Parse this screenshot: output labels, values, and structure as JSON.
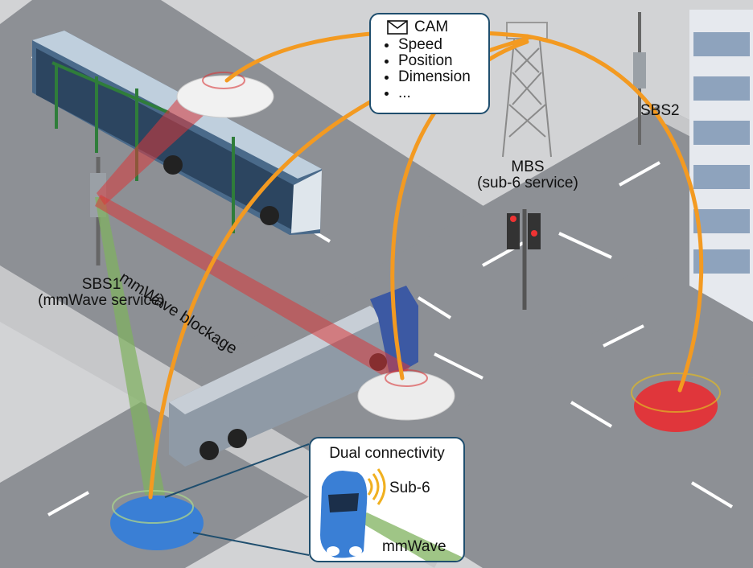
{
  "cam": {
    "title": "CAM",
    "items": [
      "Speed",
      "Position",
      "Dimension",
      "..."
    ]
  },
  "labels": {
    "mbs_name": "MBS",
    "mbs_service": "(sub-6 service)",
    "sbs2_name": "SBS2",
    "sbs1_name": "SBS1",
    "sbs1_service": "(mmWave service)",
    "blockage": "mmWave blockage"
  },
  "inset": {
    "title": "Dual connectivity",
    "sub6": "Sub-6",
    "mmwave": "mmWave"
  },
  "colors": {
    "sub6_link": "#f39a21",
    "mmwave_link": "#7fb25e",
    "blocked_link": "#d9383a",
    "frame": "#1f4e6e",
    "road": "#8d9095",
    "sidewalk": "#c6c7c9"
  }
}
